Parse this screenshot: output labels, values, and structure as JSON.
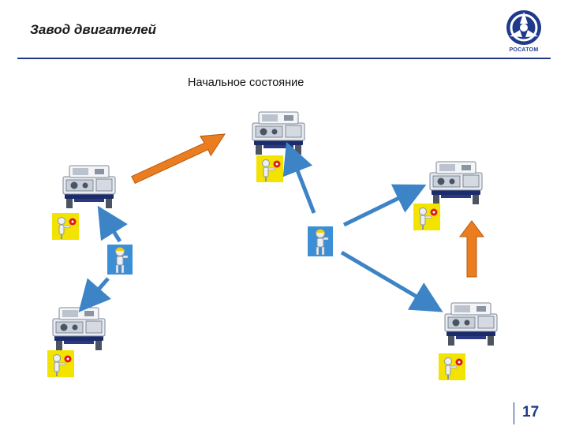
{
  "header": {
    "title": "Завод двигателей"
  },
  "logo": {
    "text": "РОСАТОМ"
  },
  "diagram": {
    "title": "Начальное состояние"
  },
  "footer": {
    "page_number": "17"
  },
  "colors": {
    "accent": "#1f3a8a",
    "transfer_arrow": "#ea7d1f",
    "operator_arrow": "#3c84c6",
    "operator_badge": "#f2e300"
  },
  "icons": {
    "machine": "lathe-machine-icon",
    "waiting_operator": "operator-waiting-icon",
    "moving_operator": "operator-moving-icon"
  }
}
